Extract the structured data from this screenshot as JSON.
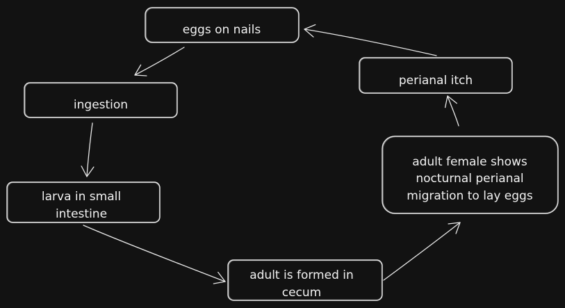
{
  "diagram": {
    "nodes": [
      {
        "id": "eggs",
        "lines": [
          "eggs on nails"
        ]
      },
      {
        "id": "ingestion",
        "lines": [
          "ingestion"
        ]
      },
      {
        "id": "larva",
        "lines": [
          "larva in small",
          "intestine"
        ]
      },
      {
        "id": "adult",
        "lines": [
          "adult is formed in",
          "cecum"
        ]
      },
      {
        "id": "female",
        "lines": [
          "adult female shows",
          "nocturnal perianal",
          "migration to lay eggs"
        ]
      },
      {
        "id": "itch",
        "lines": [
          "perianal itch"
        ]
      }
    ],
    "edges": [
      {
        "from": "eggs",
        "to": "ingestion"
      },
      {
        "from": "ingestion",
        "to": "larva"
      },
      {
        "from": "larva",
        "to": "adult"
      },
      {
        "from": "adult",
        "to": "female"
      },
      {
        "from": "female",
        "to": "itch"
      },
      {
        "from": "itch",
        "to": "eggs"
      }
    ],
    "colors": {
      "background": "#121212",
      "stroke": "#e8e8e8",
      "text": "#f2f2f2"
    }
  }
}
